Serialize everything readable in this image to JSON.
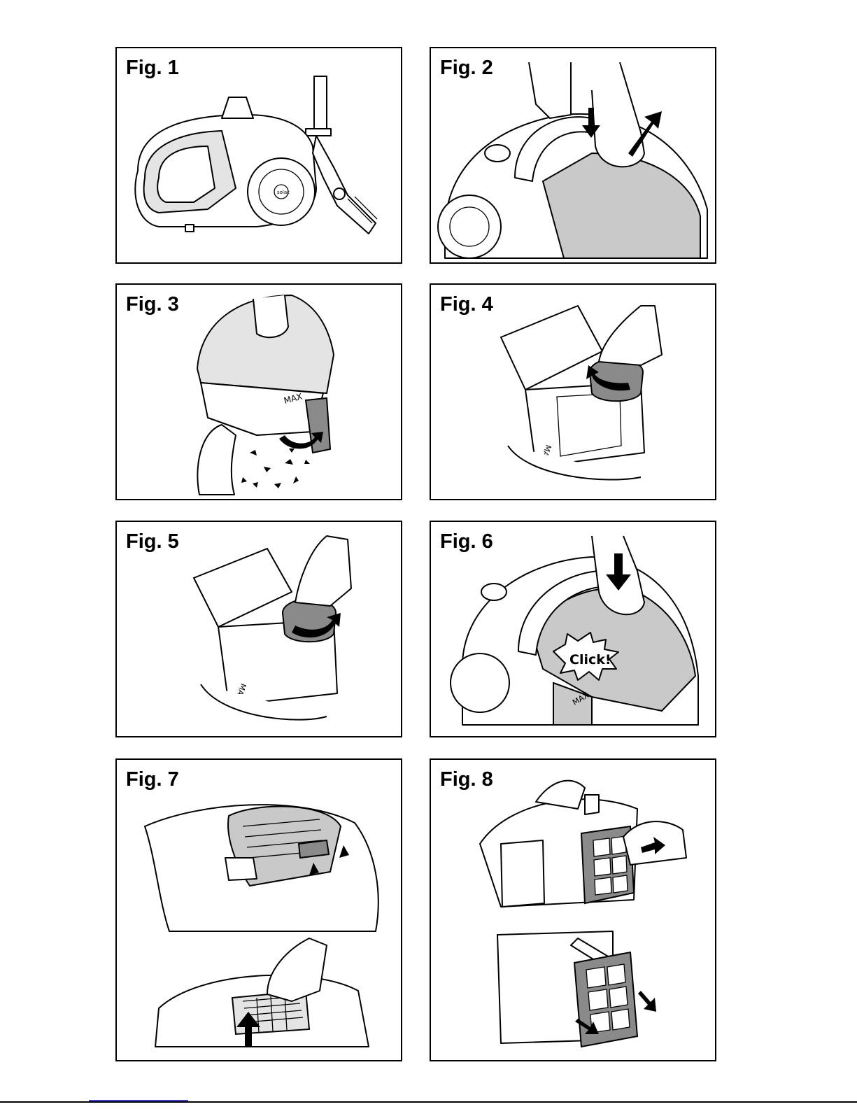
{
  "figures": [
    {
      "label": "Fig. 1"
    },
    {
      "label": "Fig. 2"
    },
    {
      "label": "Fig. 3"
    },
    {
      "label": "Fig. 4"
    },
    {
      "label": "Fig. 5"
    },
    {
      "label": "Fig. 6"
    },
    {
      "label": "Fig. 7"
    },
    {
      "label": "Fig. 8"
    }
  ],
  "brand": "solac",
  "max_marking": "MAX",
  "click_callout": "Click!",
  "colors": {
    "ink": "#000000",
    "shade": "#c9c9c9",
    "dark_shade": "#8a8a8a",
    "link_underline": "#3b3bd6"
  }
}
